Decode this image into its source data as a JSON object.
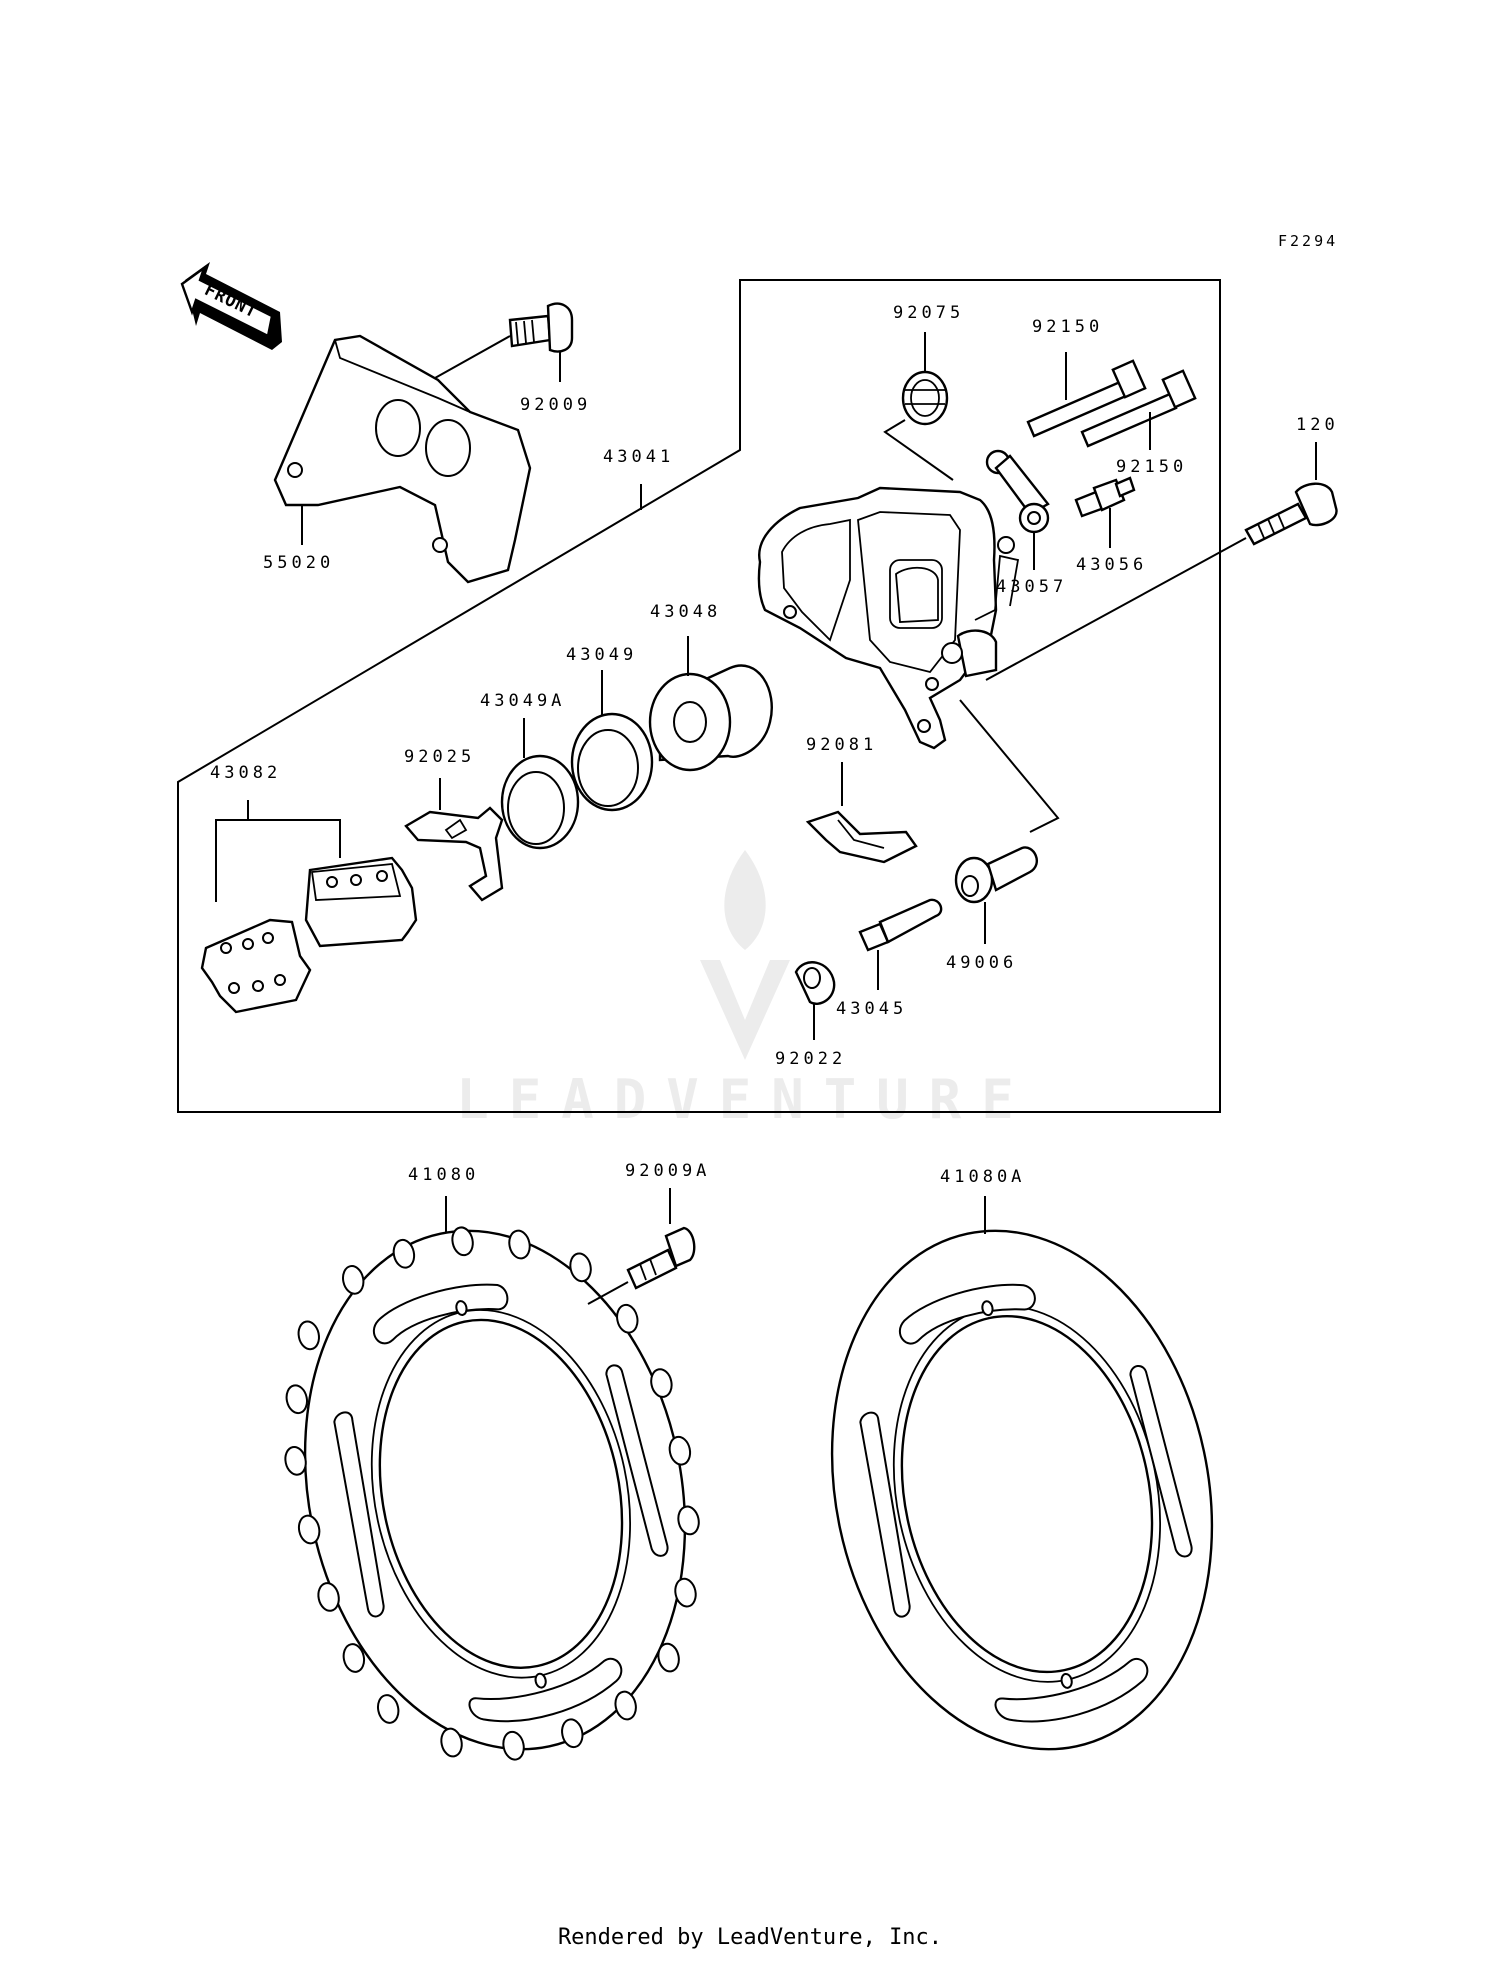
{
  "diagram": {
    "code": "F2294",
    "front_label": "FRONT",
    "watermark": "LEADVENTURE",
    "footer": "Rendered by LeadVenture, Inc."
  },
  "parts": [
    {
      "id": "p92009",
      "label": "92009"
    },
    {
      "id": "p55020",
      "label": "55020"
    },
    {
      "id": "p43041",
      "label": "43041"
    },
    {
      "id": "p92075",
      "label": "92075"
    },
    {
      "id": "p92150a",
      "label": "92150"
    },
    {
      "id": "p92150b",
      "label": "92150"
    },
    {
      "id": "p120",
      "label": "120"
    },
    {
      "id": "p43056",
      "label": "43056"
    },
    {
      "id": "p43057",
      "label": "43057"
    },
    {
      "id": "p43048",
      "label": "43048"
    },
    {
      "id": "p43049",
      "label": "43049"
    },
    {
      "id": "p43049A",
      "label": "43049A"
    },
    {
      "id": "p43082",
      "label": "43082"
    },
    {
      "id": "p92025",
      "label": "92025"
    },
    {
      "id": "p92081",
      "label": "92081"
    },
    {
      "id": "p49006",
      "label": "49006"
    },
    {
      "id": "p43045",
      "label": "43045"
    },
    {
      "id": "p92022",
      "label": "92022"
    },
    {
      "id": "p41080",
      "label": "41080"
    },
    {
      "id": "p92009A",
      "label": "92009A"
    },
    {
      "id": "p41080A",
      "label": "41080A"
    }
  ]
}
